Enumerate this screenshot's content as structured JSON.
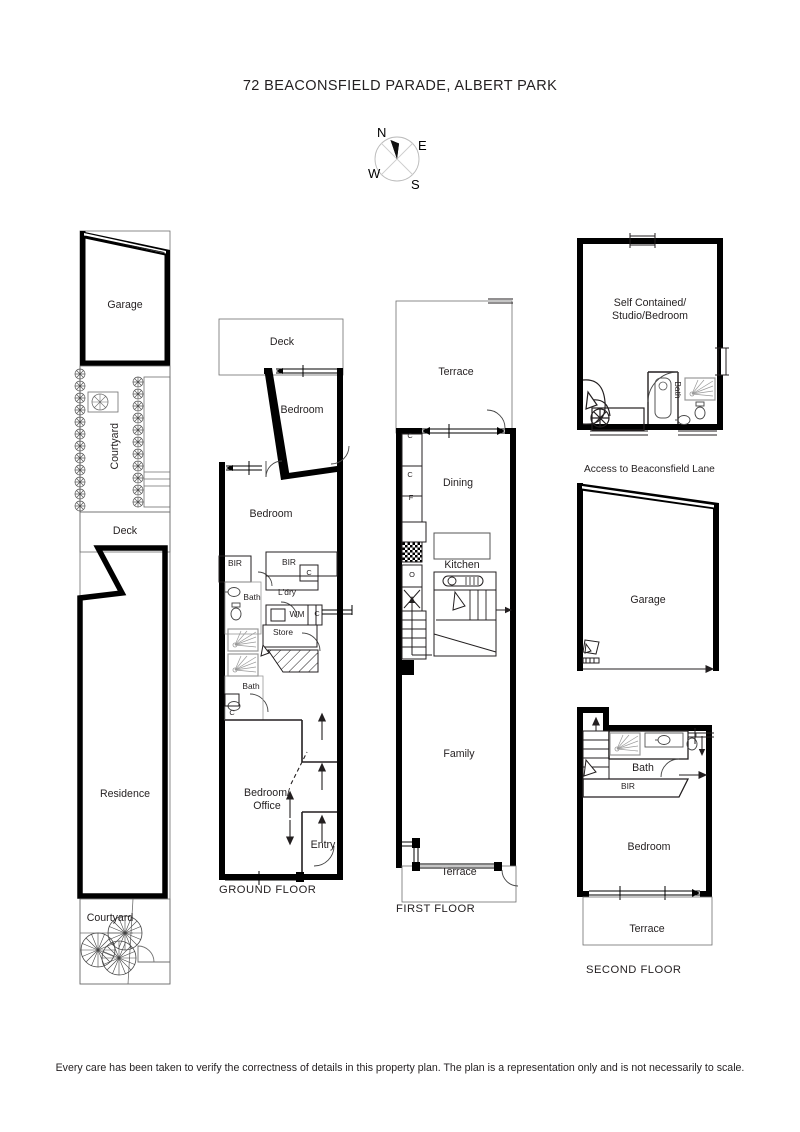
{
  "document": {
    "title": "72 BEACONSFIELD PARADE, ALBERT PARK",
    "footer_disclaimer": "Every care has been taken to verify the correctness of details in this property plan. The plan is a representation only and is not necessarily to scale.",
    "note_access": "Access to Beaconsfield Lane"
  },
  "compass": {
    "north": "N",
    "east": "E",
    "south": "S",
    "west": "W"
  },
  "floors": [
    {
      "id": "site-plan",
      "label": "",
      "rooms": [
        {
          "name": "Garage",
          "label": "Garage"
        },
        {
          "name": "Courtyard",
          "label": "Courtyard"
        },
        {
          "name": "Deck",
          "label": "Deck"
        },
        {
          "name": "Residence",
          "label": "Residence"
        },
        {
          "name": "Courtyard2",
          "label": "Courtyard"
        }
      ]
    },
    {
      "id": "ground-floor",
      "label": "GROUND FLOOR",
      "rooms": [
        {
          "name": "Deck",
          "label": "Deck"
        },
        {
          "name": "Bedroom1",
          "label": "Bedroom"
        },
        {
          "name": "Bedroom2",
          "label": "Bedroom"
        },
        {
          "name": "BIR1",
          "label": "BIR"
        },
        {
          "name": "BIR2",
          "label": "BIR"
        },
        {
          "name": "Cupboard1",
          "label": "C"
        },
        {
          "name": "Bath1",
          "label": "Bath"
        },
        {
          "name": "Laundry",
          "label": "L'dry"
        },
        {
          "name": "WashingMachine",
          "label": "WM"
        },
        {
          "name": "Cupboard2",
          "label": "C"
        },
        {
          "name": "Store",
          "label": "Store"
        },
        {
          "name": "Bath2",
          "label": "Bath"
        },
        {
          "name": "Cupboard3",
          "label": "C"
        },
        {
          "name": "BedroomOffice",
          "label": "Bedroom/\nOffice"
        },
        {
          "name": "Entry",
          "label": "Entry"
        }
      ]
    },
    {
      "id": "first-floor",
      "label": "FIRST FLOOR",
      "rooms": [
        {
          "name": "Terrace1",
          "label": "Terrace"
        },
        {
          "name": "Dining",
          "label": "Dining"
        },
        {
          "name": "CupboardA",
          "label": "C"
        },
        {
          "name": "CupboardB",
          "label": "C"
        },
        {
          "name": "Fridge",
          "label": "F"
        },
        {
          "name": "Oven",
          "label": "O"
        },
        {
          "name": "Kitchen",
          "label": "Kitchen"
        },
        {
          "name": "Family",
          "label": "Family"
        },
        {
          "name": "Terrace2",
          "label": "Terrace"
        }
      ]
    },
    {
      "id": "studio",
      "label": "",
      "rooms": [
        {
          "name": "Studio",
          "label": "Self Contained/\nStudio/Bedroom"
        },
        {
          "name": "StudioBath",
          "label": "Bath"
        }
      ]
    },
    {
      "id": "rear-garage",
      "label": "",
      "rooms": [
        {
          "name": "Garage",
          "label": "Garage"
        }
      ]
    },
    {
      "id": "second-floor",
      "label": "SECOND FLOOR",
      "rooms": [
        {
          "name": "Bath",
          "label": "Bath"
        },
        {
          "name": "BIR",
          "label": "BIR"
        },
        {
          "name": "Bedroom",
          "label": "Bedroom"
        },
        {
          "name": "Terrace",
          "label": "Terrace"
        }
      ]
    }
  ],
  "labels": {
    "title": "72 BEACONSFIELD PARADE, ALBERT PARK",
    "ground_floor": "GROUND FLOOR",
    "first_floor": "FIRST FLOOR",
    "second_floor": "SECOND FLOOR",
    "access_note": "Access to Beaconsfield Lane",
    "garage_site": "Garage",
    "garage_rear": "Garage",
    "courtyard_upper": "Courtyard",
    "courtyard_lower": "Courtyard",
    "deck_site": "Deck",
    "residence": "Residence",
    "deck_gf": "Deck",
    "bedroom_gf_1": "Bedroom",
    "bedroom_gf_2": "Bedroom",
    "bir_gf_1": "BIR",
    "bir_gf_2": "BIR",
    "c_gf_1": "C",
    "bath_gf_1": "Bath",
    "ldry": "L'dry",
    "wm": "WM",
    "c_gf_2": "C",
    "store": "Store",
    "bath_gf_2": "Bath",
    "c_gf_3": "C",
    "bedroom_office_line1": "Bedroom/",
    "bedroom_office_line2": "Office",
    "entry": "Entry",
    "terrace_ff_top": "Terrace",
    "dining": "Dining",
    "c_ff_1": "C",
    "c_ff_2": "C",
    "f_ff": "F",
    "o_ff": "O",
    "kitchen": "Kitchen",
    "family": "Family",
    "terrace_ff_bottom": "Terrace",
    "studio_line1": "Self Contained/",
    "studio_line2": "Studio/Bedroom",
    "studio_bath": "Bath",
    "sf_bath": "Bath",
    "sf_bir": "BIR",
    "sf_bedroom": "Bedroom",
    "sf_terrace": "Terrace"
  },
  "colors": {
    "wall": "#000000",
    "line": "#231f20",
    "light_line": "#8a8a8a",
    "background": "#ffffff"
  }
}
